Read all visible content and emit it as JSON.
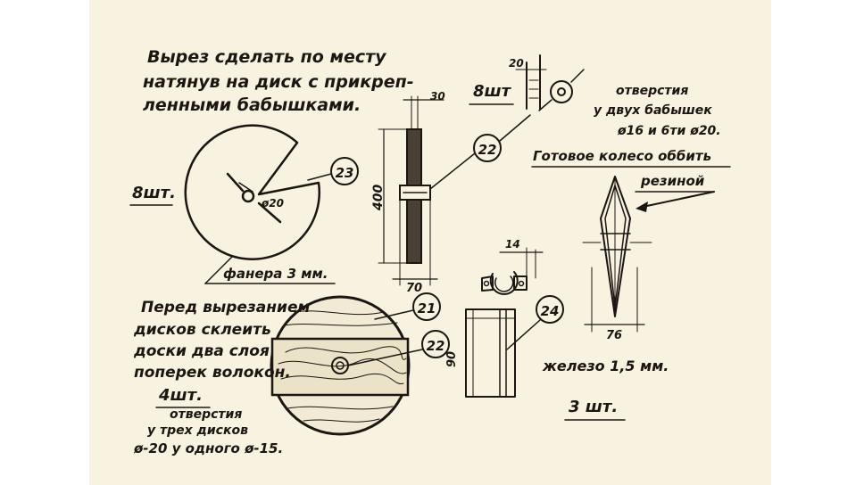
{
  "colors": {
    "paper": "#f8f2e1",
    "ink": "#1a1612",
    "margin": "#ffffff"
  },
  "notes": {
    "cutout_line1": "Вырез сделать по месту",
    "cutout_line2": "натянув на диск с прикреп-",
    "cutout_line3": "ленными бабышками.",
    "disk_count": "8шт.",
    "d20_small": "ø20",
    "plywood": "фанера 3 мм.",
    "glue_line1": "Перед вырезанием",
    "glue_line2": "дисков склеить",
    "glue_line3": "доски два слоя",
    "glue_line4": "поперек волокон.",
    "glue_count": "4шт.",
    "holes_title": "отверстия",
    "holes_line1": "у трех дисков",
    "holes_line2": "ø-20 у одного ø-15.",
    "part22_count": "8шт",
    "holes2_title": "отверстия",
    "holes2_line1": "у двух бабышек",
    "holes2_line2": "ø16 и 6ти ø20.",
    "wheel_line1": "Готовое колесо оббить",
    "wheel_line2": "резиной",
    "iron": "железо 1,5 мм.",
    "iron_count": "3 шт."
  },
  "labels": {
    "p23": "23",
    "p22": "22",
    "p22b": "22",
    "p21": "21",
    "p24": "24"
  },
  "dims": {
    "d30": "30",
    "d400": "400",
    "d70": "70",
    "d20": "20",
    "d14": "14",
    "d90": "90",
    "d76": "76"
  }
}
